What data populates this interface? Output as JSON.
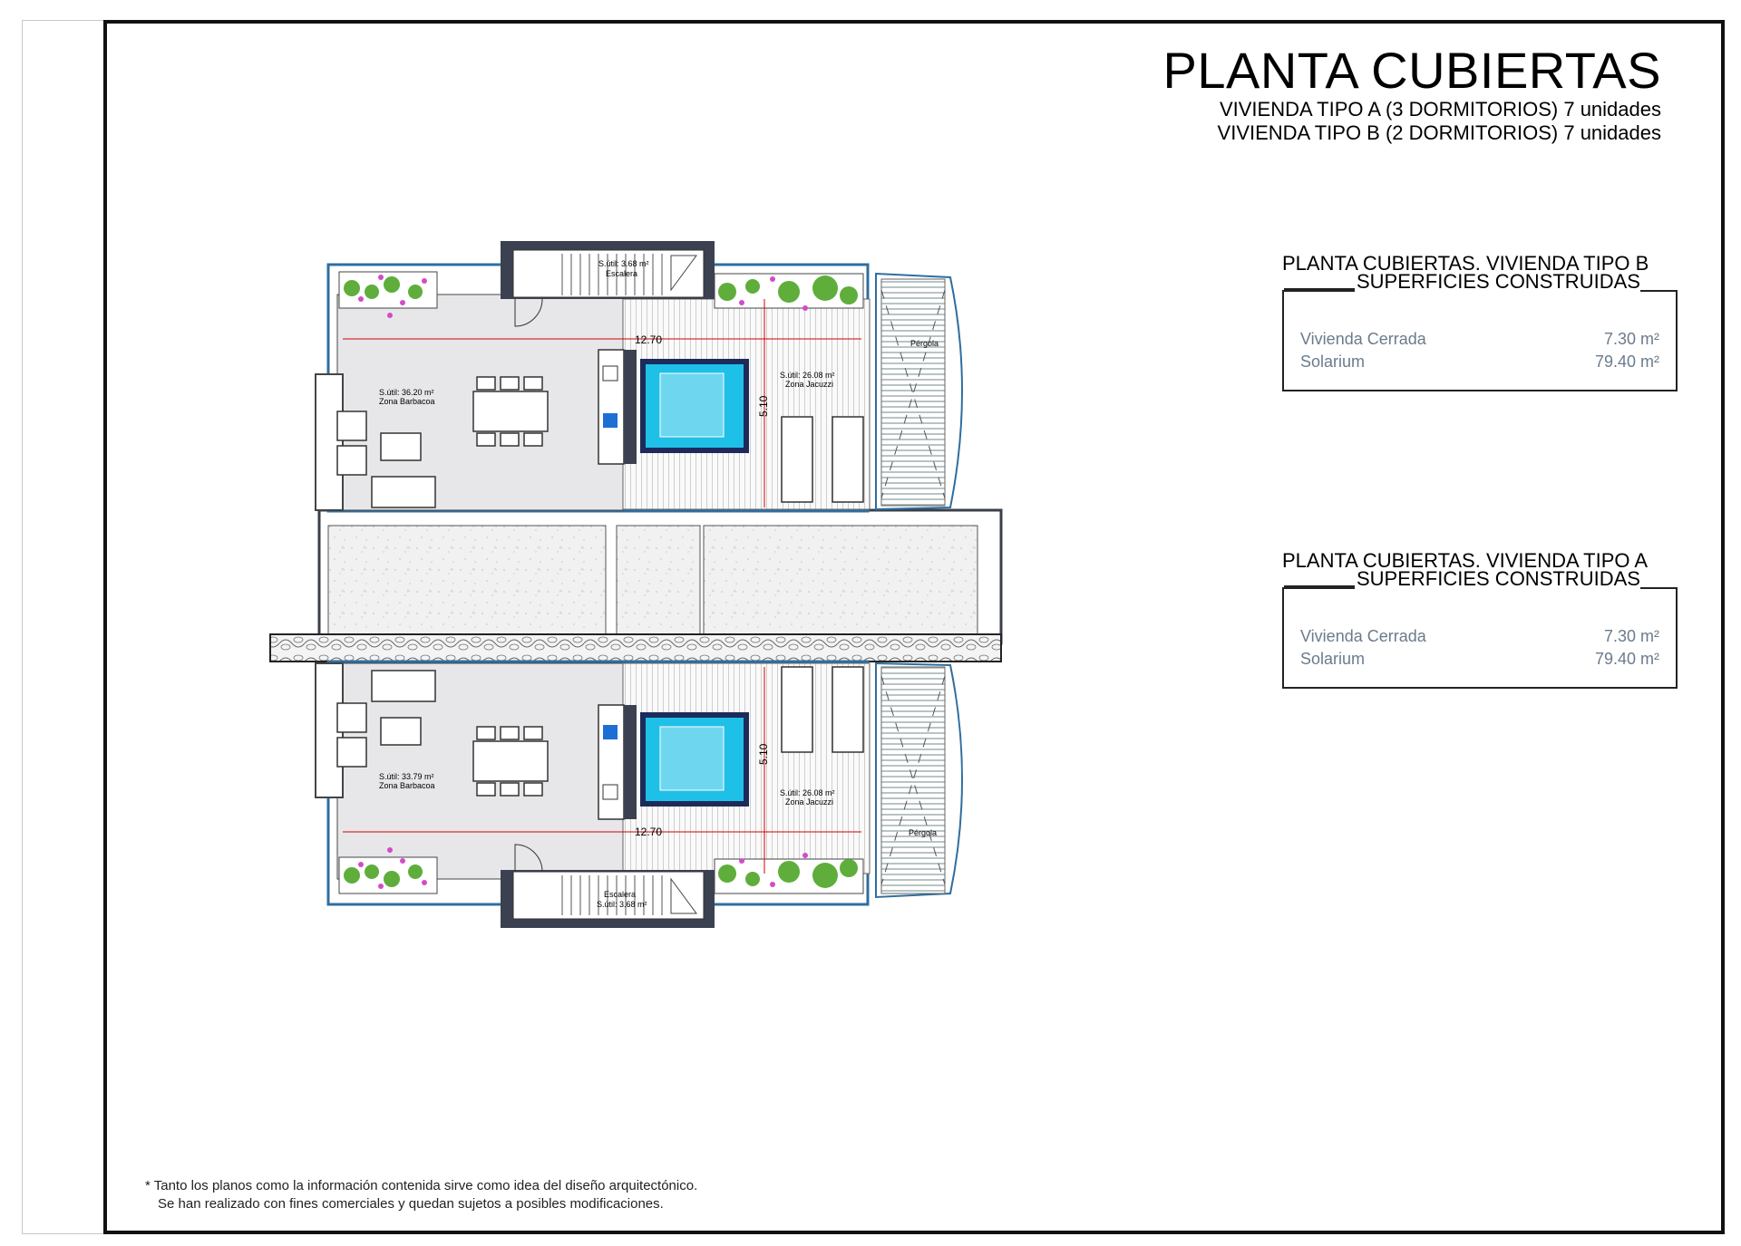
{
  "title": "PLANTA CUBIERTAS",
  "subtitles": [
    "VIVIENDA TIPO A (3 DORMITORIOS) 7 unidades",
    "VIVIENDA TIPO B (2 DORMITORIOS) 7 unidades"
  ],
  "panels": [
    {
      "title": "PLANTA CUBIERTAS. VIVIENDA TIPO B",
      "header": "SUPERFICIES CONSTRUIDAS",
      "rows": [
        {
          "label": "Vivienda Cerrada",
          "value": "7.30 m²"
        },
        {
          "label": "Solarium",
          "value": "79.40 m²"
        }
      ]
    },
    {
      "title": "PLANTA CUBIERTAS. VIVIENDA TIPO A",
      "header": "SUPERFICIES CONSTRUIDAS",
      "rows": [
        {
          "label": "Vivienda Cerrada",
          "value": "7.30 m²"
        },
        {
          "label": "Solarium",
          "value": "79.40 m²"
        }
      ]
    }
  ],
  "plan": {
    "upper": {
      "stair_area": "S.útil: 3.68 m²",
      "stair_label": "Escalera",
      "bbq_area": "S.útil: 36.20 m²",
      "bbq_label": "Zona Barbacoa",
      "jacuzzi_area": "S.útil: 26.08 m²",
      "jacuzzi_label": "Zona Jacuzzi",
      "pergola": "Pérgola",
      "dim_h": "12.70",
      "dim_v": "5.10"
    },
    "lower": {
      "stair_area": "S.útil: 3.68 m²",
      "stair_label": "Escalera",
      "bbq_area": "S.útil: 33.79 m²",
      "bbq_label": "Zona Barbacoa",
      "jacuzzi_area": "S.útil: 26.08 m²",
      "jacuzzi_label": "Zona Jacuzzi",
      "pergola": "Pérgola",
      "dim_h": "12.70",
      "dim_v": "5.10"
    }
  },
  "colors": {
    "wall": "#3b4150",
    "slab": "#e6e6e8",
    "water": "#1fc0e8",
    "accent_line": "#d40000",
    "planter_green": "#5fae3c",
    "flower": "#d24cc8",
    "wall_edge": "#2f6ea0"
  },
  "footnote": [
    "* Tanto los planos como la información contenida sirve como idea del diseño arquitectónico.",
    "Se han realizado con fines comerciales y quedan sujetos a posibles modificaciones."
  ]
}
